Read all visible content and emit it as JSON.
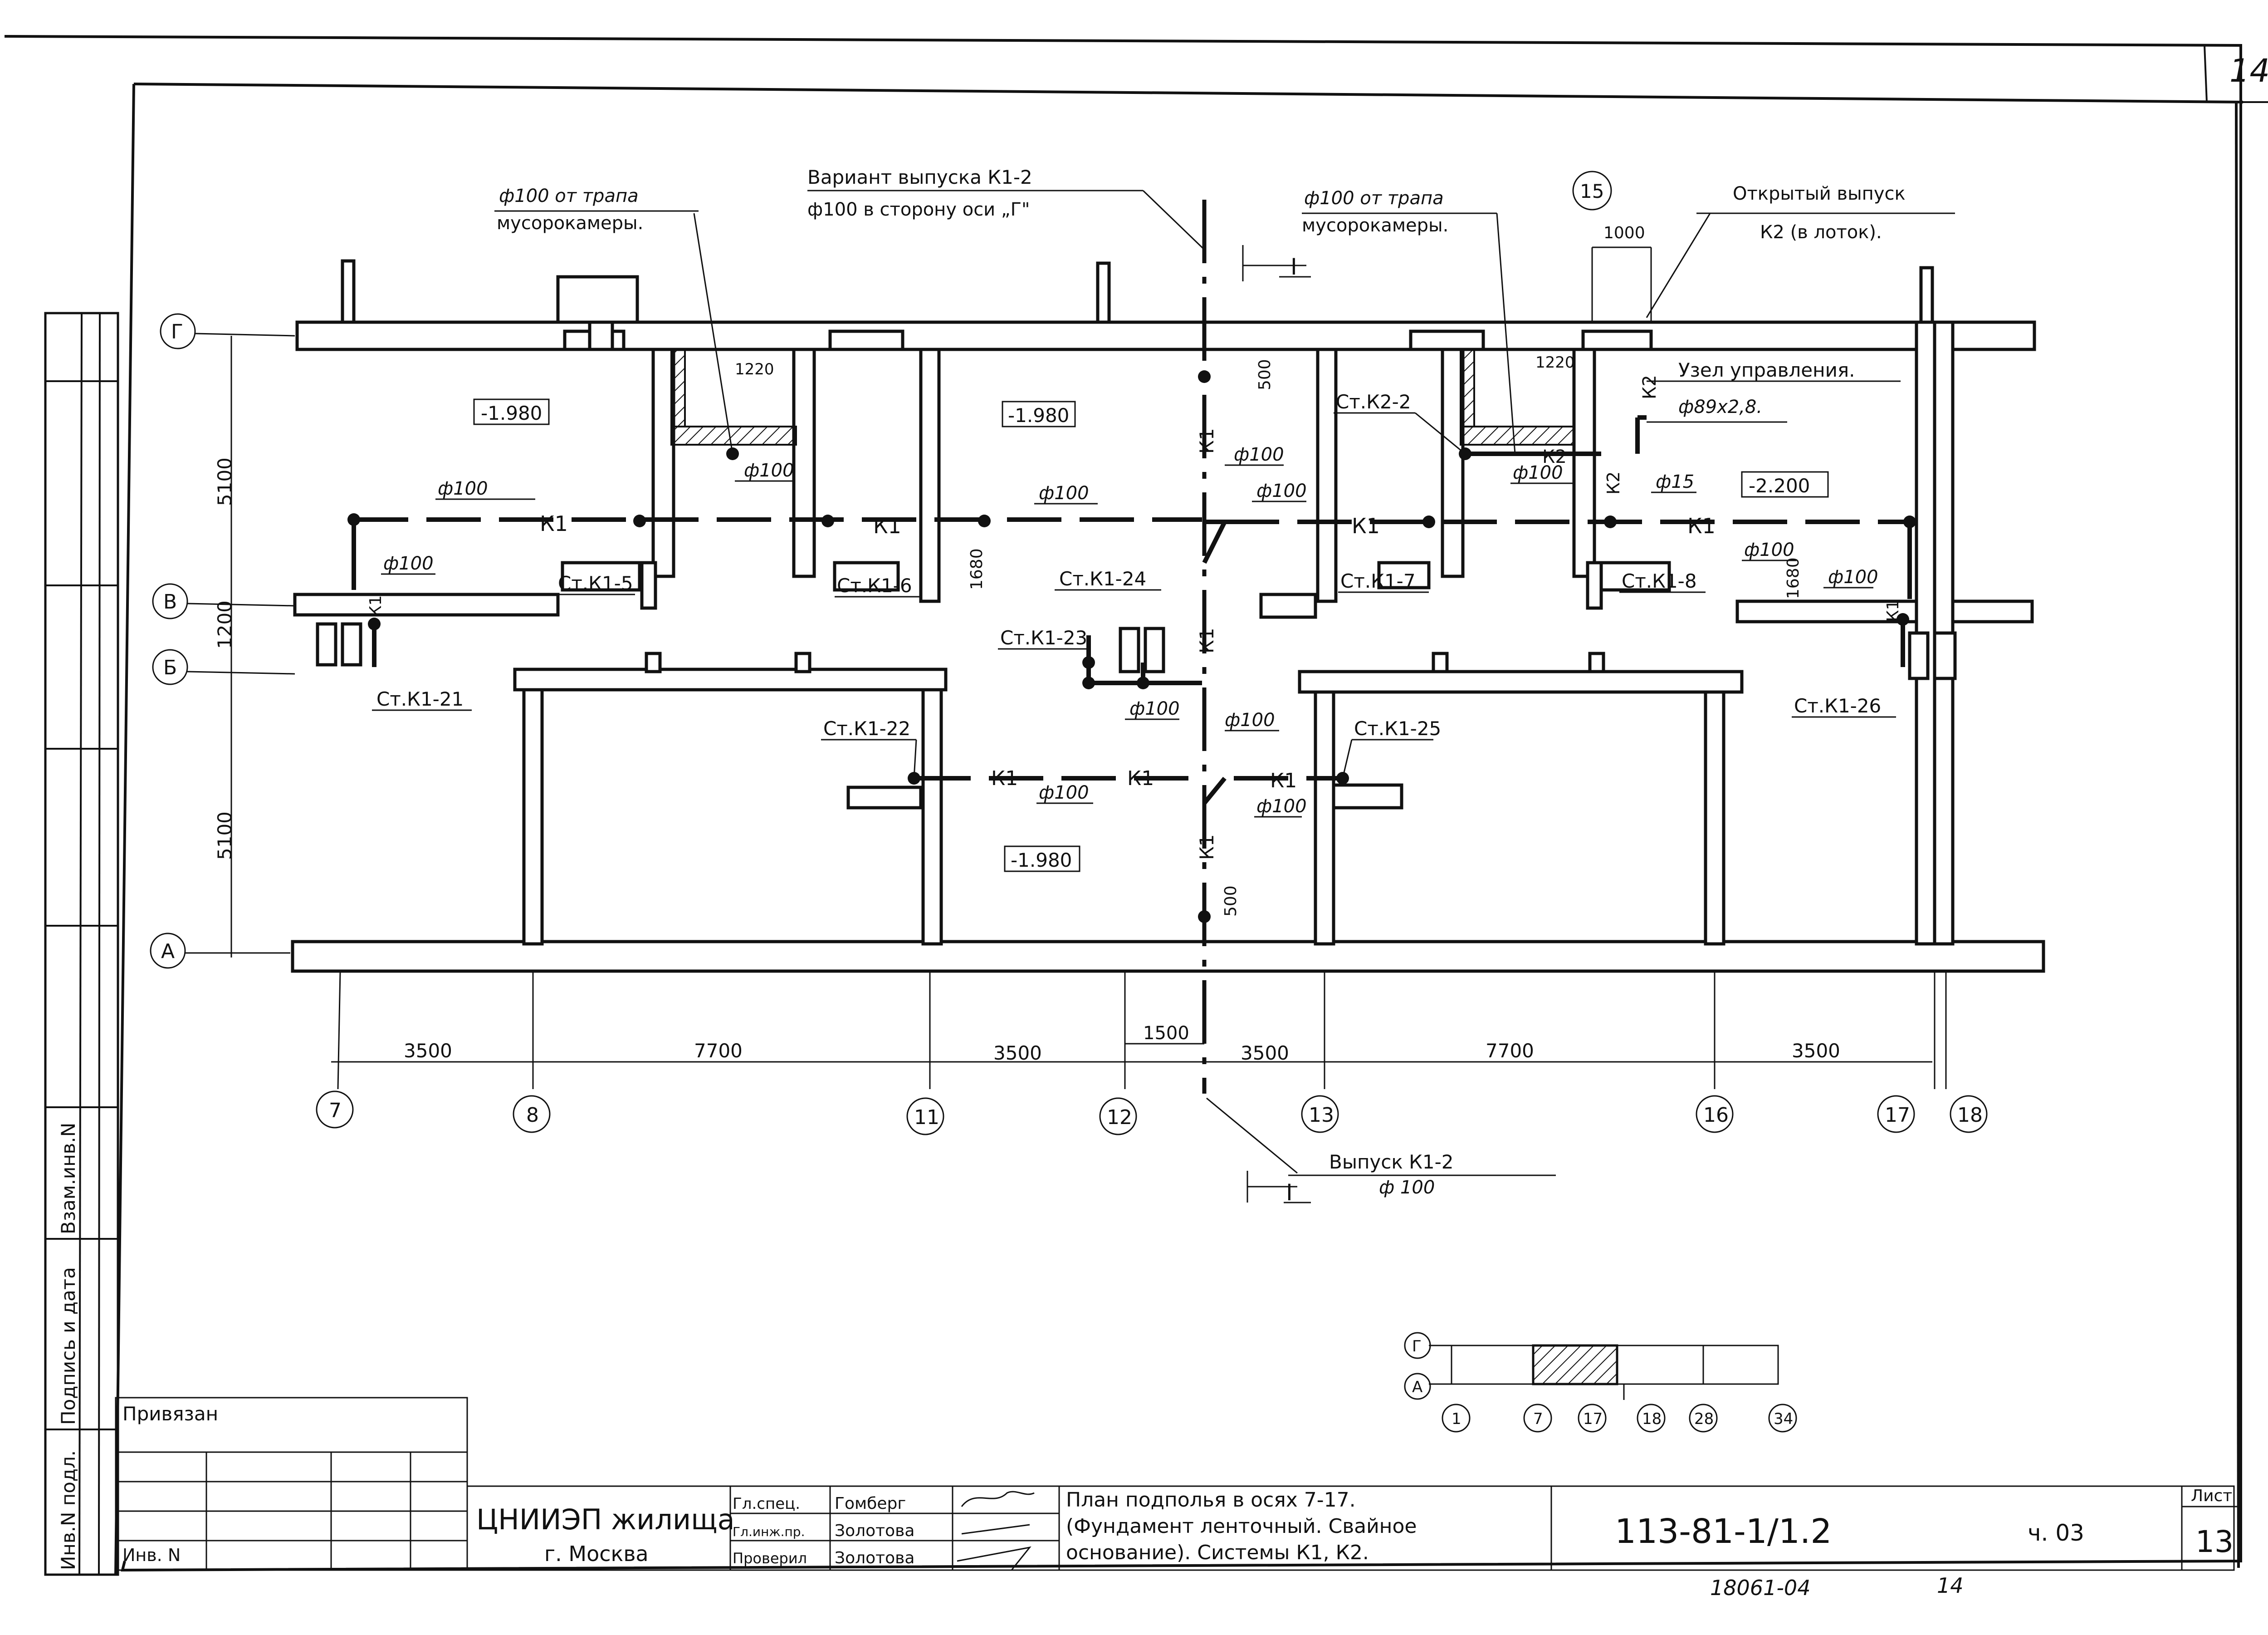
{
  "sheet_corner_number": "14",
  "annotations": {
    "variant_title": "Вариант выпуска К1-2",
    "variant_sub": "ф100 в сторону оси „Г\"",
    "trap_left_1": "ф100 от трапа",
    "trap_left_2": "мусорокамеры.",
    "trap_right_1": "ф100 от трапа",
    "trap_right_2": "мусорокамеры.",
    "open_outlet_1": "Открытый выпуск",
    "open_outlet_2": "К2 (в лоток).",
    "control_unit": "Узел управления.",
    "pipe_89": "ф89х2,8.",
    "outlet_title": "Выпуск К1-2",
    "outlet_sub": "ф 100",
    "section_mark": "I"
  },
  "levels": [
    "-1.980",
    "-1.980",
    "-2.200",
    "-1.980"
  ],
  "risers": [
    "Ст.К1-5",
    "Ст.К1-6",
    "Ст.К1-24",
    "Ст.К1-23",
    "Ст.К1-7",
    "Ст.К1-8",
    "Ст.К2-2",
    "Ст.К1-21",
    "Ст.К1-22",
    "Ст.К1-25",
    "Ст.К1-26"
  ],
  "pipe_labels": {
    "k1": "К1",
    "k2": "К2",
    "d100": "ф100",
    "d15": "ф15"
  },
  "dimensions": {
    "bottom": [
      "3500",
      "7700",
      "3500",
      "1500",
      "3500",
      "7700",
      "3500"
    ],
    "left": [
      "5100",
      "1200",
      "5100"
    ],
    "misc": [
      "1220",
      "1220",
      "500",
      "500",
      "1680",
      "1680",
      "1000"
    ]
  },
  "axes_letters": [
    "Г",
    "В",
    "Б",
    "А"
  ],
  "axes_numbers": [
    "7",
    "8",
    "11",
    "12",
    "13",
    "16",
    "17",
    "18",
    "15"
  ],
  "key_plan": {
    "rows": [
      "Г",
      "А"
    ],
    "cols": [
      "1",
      "7",
      "17",
      "18",
      "28",
      "34"
    ]
  },
  "side_stamp": [
    "Инв.N подл.",
    "Подпись и дата",
    "Взам.инв.N"
  ],
  "title_block": {
    "attached": "Привязан",
    "inv": "Инв. N",
    "org_1": "ЦНИИЭП жилища",
    "org_2": "г. Москва",
    "roles": [
      "Гл.спец.",
      "Гл.инж.пр.",
      "Проверил"
    ],
    "names": [
      "Гомберг",
      "Золотова",
      "Золотова"
    ],
    "title_1": "План подполья в осях 7-17.",
    "title_2": "(Фундамент ленточный. Свайное",
    "title_3": "основание). Системы К1, К2.",
    "code": "113-81-1/1.2",
    "part": "ч. 03",
    "sheet_label": "Лист",
    "sheet_no": "13"
  },
  "footer_note": "18061-04",
  "footer_page": "14"
}
